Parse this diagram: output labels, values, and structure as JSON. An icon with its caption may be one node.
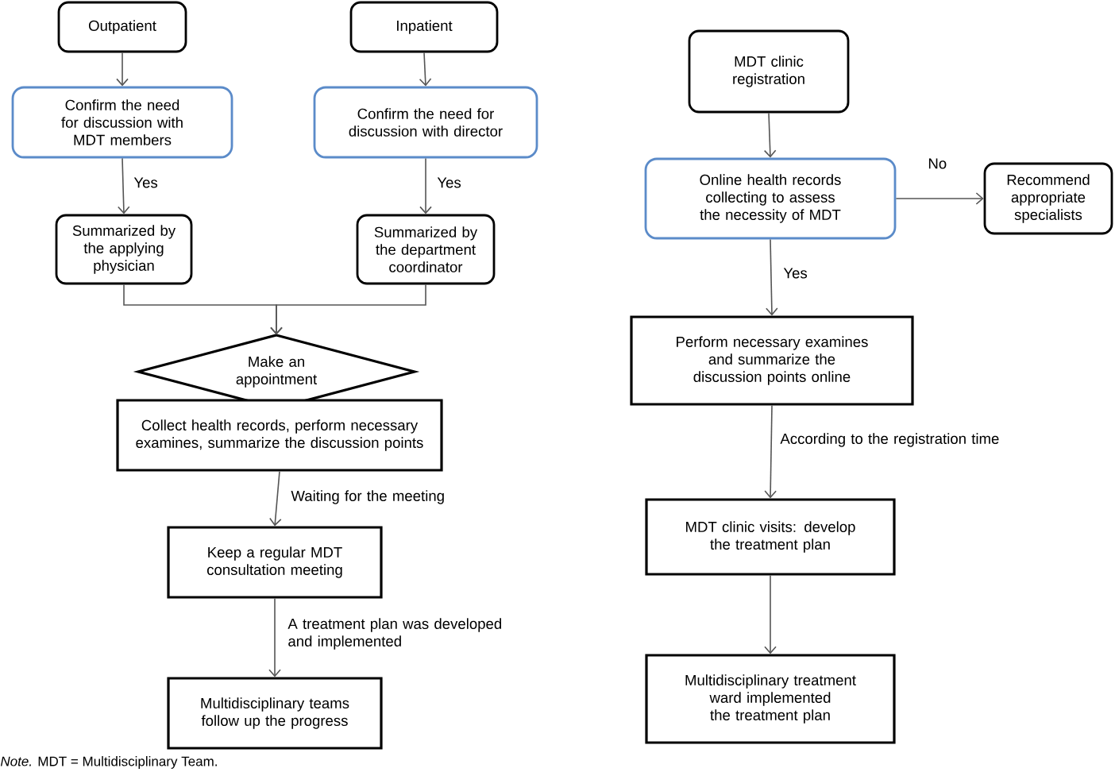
{
  "diagram": {
    "caption": "*Note.* MDT = Multidisciplinary Team.",
    "nodes": [
      {
        "text": [
          "Outpatient"
        ]
      },
      {
        "text": [
          "Inpatient"
        ]
      },
      {
        "text": [
          "Confirm the need for discussion with MDT members"
        ]
      },
      {
        "text": [
          "Confirm the need for discussion with director"
        ]
      },
      {
        "text": [
          "Summarized by the applying physician"
        ]
      },
      {
        "text": [
          "Summarized by the department coordinator"
        ]
      },
      {
        "text": [
          "Make an appointment"
        ]
      },
      {
        "text": [
          "Collect health records, perform necessary examines, summarize the discussion points"
        ]
      },
      {
        "text": [
          "Keep a regular MDT consultation meeting"
        ]
      },
      {
        "text": [
          "Multidisciplinary teams follow up the progress"
        ]
      },
      {
        "text": [
          "MDT clinic registration"
        ]
      },
      {
        "text": [
          "Online health records collecting to assess the necessity of MDT"
        ]
      },
      {
        "text": [
          "Recommend appropriate specialists"
        ]
      },
      {
        "text": [
          "Perform necessary examines and summarize the discussion points online"
        ]
      },
      {
        "text": [
          "MDT clinic visits: develop the treatment plan"
        ]
      },
      {
        "text": [
          "Multidisciplinary treatment ward implemented the treatment plan"
        ]
      }
    ],
    "edges": [
      {
        "from": 0,
        "to": 2,
        "arrow": "to"
      },
      {
        "from": 1,
        "to": 3,
        "arrow": "to"
      },
      {
        "from": 2,
        "to": 4,
        "arrow": "to",
        "label": "Yes"
      },
      {
        "from": 3,
        "to": 5,
        "arrow": "to",
        "label": "Yes"
      },
      {
        "from": 4,
        "to": 6,
        "arrow": "to"
      },
      {
        "from": 5,
        "to": 6,
        "arrow": "to"
      },
      {
        "from": 7,
        "to": 8,
        "arrow": "to",
        "label": "Waiting for the meeting"
      },
      {
        "from": 8,
        "to": 9,
        "arrow": "to",
        "label": "A treatment plan was developed and implemented"
      },
      {
        "from": 10,
        "to": 11,
        "arrow": "to"
      },
      {
        "from": 11,
        "to": 12,
        "arrow": "to",
        "label": "No"
      },
      {
        "from": 11,
        "to": 13,
        "arrow": "to",
        "label": "Yes"
      },
      {
        "from": 13,
        "to": 14,
        "arrow": "to",
        "label": "According to the registration time"
      },
      {
        "from": 14,
        "to": 15,
        "arrow": "to"
      }
    ]
  }
}
